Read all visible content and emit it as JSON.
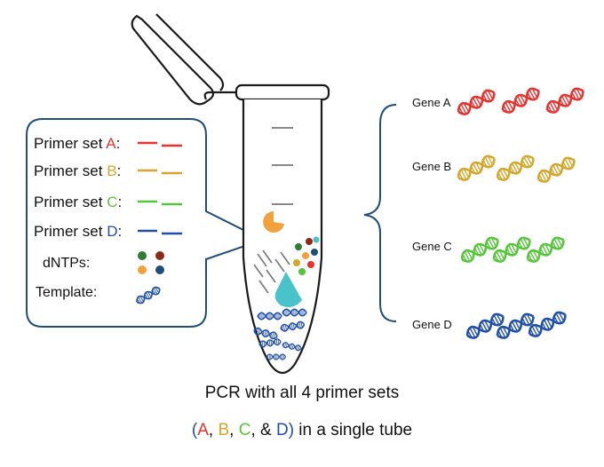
{
  "colors": {
    "A": "#e8322e",
    "B": "#d4a62a",
    "C": "#55c63a",
    "D": "#1f4fa8",
    "outline": "#1a1a1a",
    "callout_border": "#1f4e79",
    "enzyme_orange": "#f2a23c",
    "enzyme_cyan": "#49c3c9"
  },
  "legend": {
    "primer_prefix": "Primer set ",
    "primers": [
      {
        "letter": "A",
        "suffix": ":"
      },
      {
        "letter": "B",
        "suffix": ":"
      },
      {
        "letter": "C",
        "suffix": ":"
      },
      {
        "letter": "D",
        "suffix": ":"
      }
    ],
    "dntps_label": "dNTPs:",
    "template_label": "Template:",
    "dntp_colors": [
      "#2e7d32",
      "#8b2a1a",
      "#f2a23c",
      "#1f4e79"
    ]
  },
  "genes": [
    {
      "label": "Gene A",
      "key": "A"
    },
    {
      "label": "Gene B",
      "key": "B"
    },
    {
      "label": "Gene C",
      "key": "C"
    },
    {
      "label": "Gene D",
      "key": "D"
    }
  ],
  "caption": {
    "line1": "PCR with all 4 primer sets",
    "open": "(",
    "A": "A",
    "sep1": ", ",
    "B": "B",
    "sep2": ", ",
    "C": "C",
    "sep3": ", & ",
    "D": "D",
    "close": ") in a single tube"
  },
  "icons": {
    "tube": "pcr-tube-icon",
    "dna": "dna-helix-icon",
    "polymerase": "polymerase-icon"
  }
}
